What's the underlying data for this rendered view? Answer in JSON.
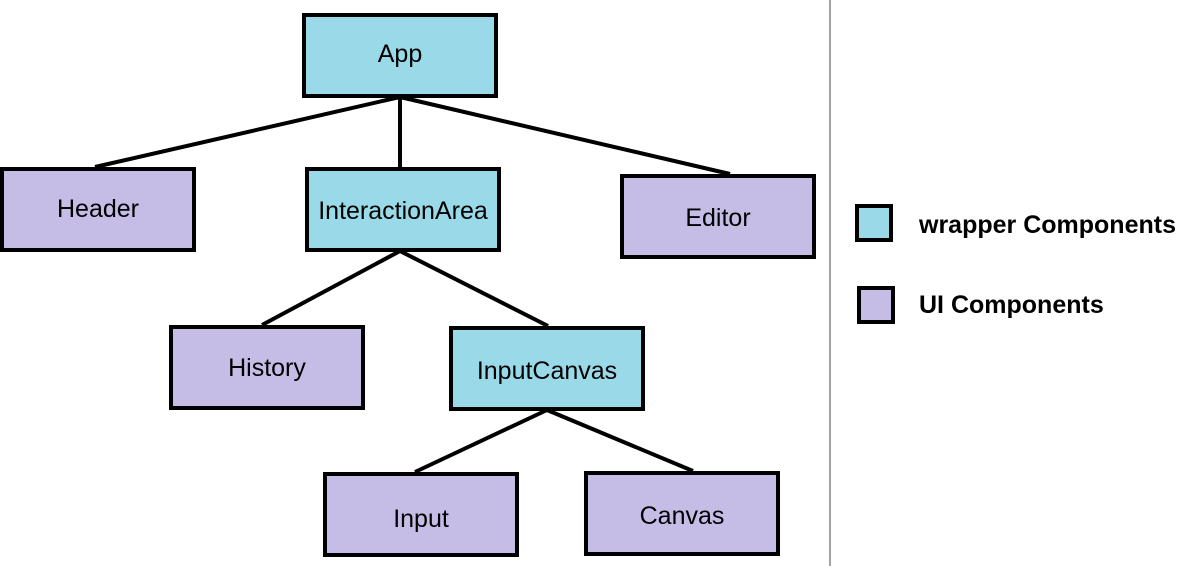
{
  "colors": {
    "wrapper": "#9ad9e8",
    "ui": "#c5bde5",
    "divider": "#444444"
  },
  "nodes": [
    {
      "id": "app",
      "label": "App",
      "kind": "wrapper"
    },
    {
      "id": "header",
      "label": "Header",
      "kind": "ui"
    },
    {
      "id": "interaction-area",
      "label": "InteractionArea",
      "kind": "wrapper"
    },
    {
      "id": "editor",
      "label": "Editor",
      "kind": "ui"
    },
    {
      "id": "history",
      "label": "History",
      "kind": "ui"
    },
    {
      "id": "input-canvas",
      "label": "InputCanvas",
      "kind": "wrapper"
    },
    {
      "id": "input",
      "label": "Input",
      "kind": "ui"
    },
    {
      "id": "canvas",
      "label": "Canvas",
      "kind": "ui"
    }
  ],
  "edges": [
    [
      "app",
      "header"
    ],
    [
      "app",
      "interaction-area"
    ],
    [
      "app",
      "editor"
    ],
    [
      "interaction-area",
      "history"
    ],
    [
      "interaction-area",
      "input-canvas"
    ],
    [
      "input-canvas",
      "input"
    ],
    [
      "input-canvas",
      "canvas"
    ]
  ],
  "legend": {
    "wrapper_label": "wrapper Components",
    "ui_label": "UI Components"
  }
}
